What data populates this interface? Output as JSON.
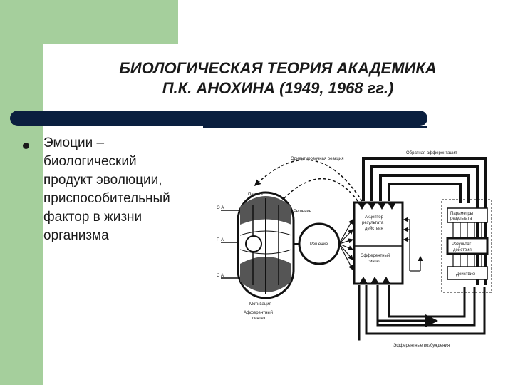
{
  "slide": {
    "title_line1": "БИОЛОГИЧЕСКАЯ ТЕОРИЯ АКАДЕМИКА",
    "title_line2": "П.К. АНОХИНА (1949, 1968 гг.)",
    "bullet_lines": [
      "Эмоции –",
      "биологический",
      "продукт эволюции,",
      "приспособительный",
      "фактор в жизни",
      "организма"
    ]
  },
  "diagram": {
    "labels": {
      "orienting_reaction": "Ориентировочная реакция",
      "feedback": "Обратная афферентация",
      "memory": "Память",
      "decision_top": "Решение",
      "decision": "Решение",
      "acceptor": [
        "Акцептор",
        "результата",
        "действия"
      ],
      "efferent_synthesis": [
        "Эфферентный",
        "синтез"
      ],
      "params": [
        "Параметры",
        "результата"
      ],
      "result": [
        "Результат",
        "действия"
      ],
      "action": "Действие",
      "motivation": "Мотивация",
      "afferent_synthesis": [
        "Афферентный",
        "синтез"
      ],
      "efferent_excitation": "Эфферентные возбуждения",
      "oa": "О А",
      "pa": "П А",
      "sa": "С А"
    }
  }
}
